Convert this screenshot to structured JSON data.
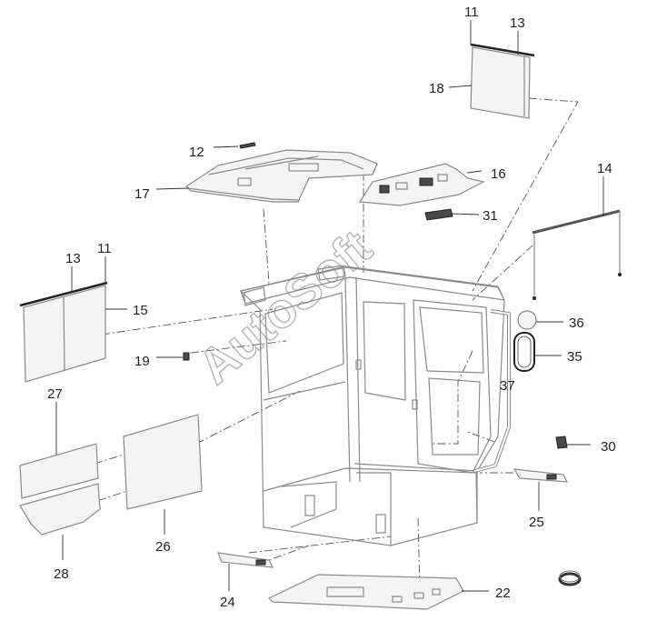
{
  "watermark": "AutoSoft",
  "callouts": {
    "c11a": "11",
    "c13a": "13",
    "c18": "18",
    "c12": "12",
    "c17": "17",
    "c16": "16",
    "c31": "31",
    "c14": "14",
    "c13b": "13",
    "c11b": "11",
    "c15": "15",
    "c36": "36",
    "c35": "35",
    "c19": "19",
    "c37": "37",
    "c27": "27",
    "c30": "30",
    "c26": "26",
    "c25": "25",
    "c28": "28",
    "c24": "24",
    "c22": "22"
  }
}
